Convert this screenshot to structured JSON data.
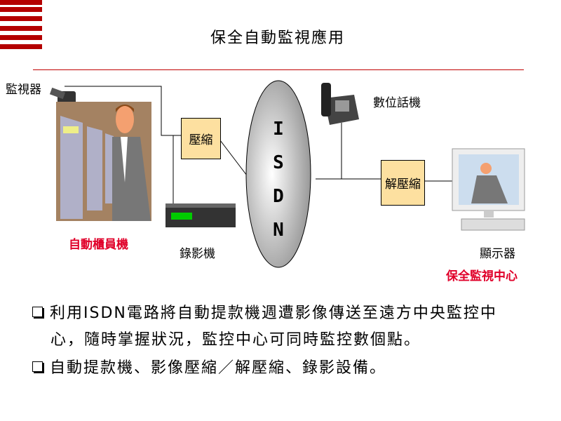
{
  "title": "保全自動監視應用",
  "labels": {
    "camera": "監視器",
    "atm": "自動櫃員機",
    "compress": "壓縮",
    "vcr": "錄影機",
    "isdn": [
      "I",
      "S",
      "D",
      "N"
    ],
    "phone": "數位話機",
    "decompress": "解壓縮",
    "monitor": "顯示器",
    "center": "保全監視中心"
  },
  "bullets": [
    {
      "line1": "利用ISDN電路將自動提款機週遭影像傳送至遠方中央監控中",
      "line2": "心，隨時掌握狀況，監控中心可同時監控數個點。"
    },
    {
      "line1": "自動提款機、影像壓縮／解壓縮、錄影設備。"
    }
  ],
  "colors": {
    "accent": "#b40000",
    "highlight": "#e0002a",
    "box": "#fde0a0"
  }
}
